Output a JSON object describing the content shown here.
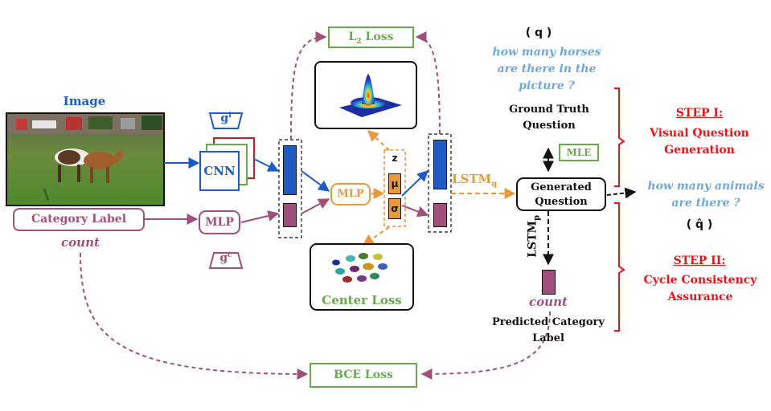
{
  "image_title": "Image",
  "category_label": "Category Label",
  "category_value": "count",
  "cnn_label": "CNN",
  "mlp_label": "MLP",
  "mlp2_label": "MLP",
  "gi_text": "g",
  "gi_sup": "i",
  "gc_text": "g",
  "gc_sup": "c",
  "l2_text": "L",
  "l2_sub": "2",
  "l2_rest": " Loss",
  "center_loss": "Center Loss",
  "bce_loss": "BCE Loss",
  "z_label": "z",
  "mu_label": "μ",
  "sigma_label": "σ",
  "lstm_q_text": "LSTM",
  "lstm_q_sub": "q",
  "lstm_p_text": "LSTM",
  "lstm_p_sub": "p",
  "q_label": "( q )",
  "q_text_lines": [
    "how many horses",
    "are there in the",
    "picture ?"
  ],
  "gt_lines": [
    "Ground Truth",
    "Question"
  ],
  "mle_label": "MLE",
  "gen_lines": [
    "Generated",
    "Question"
  ],
  "qhat_lines": [
    "how many animals",
    "are there ?"
  ],
  "qhat_label": "( q̂ )",
  "step1_title": "STEP I:",
  "step1_lines": [
    "Visual Question",
    "Generation"
  ],
  "step2_title": "STEP II:",
  "step2_lines": [
    "Cycle Consistency",
    "Assurance"
  ],
  "pred_value": "count",
  "pred_lines": [
    "Predicted Category",
    "Label"
  ],
  "colors": {
    "blue": "#1f5bc4",
    "purple": "#a0507a",
    "orange": "#e8993a",
    "green": "#6aa84f",
    "red": "#e8141a",
    "lightblue": "#6fa8d6"
  }
}
